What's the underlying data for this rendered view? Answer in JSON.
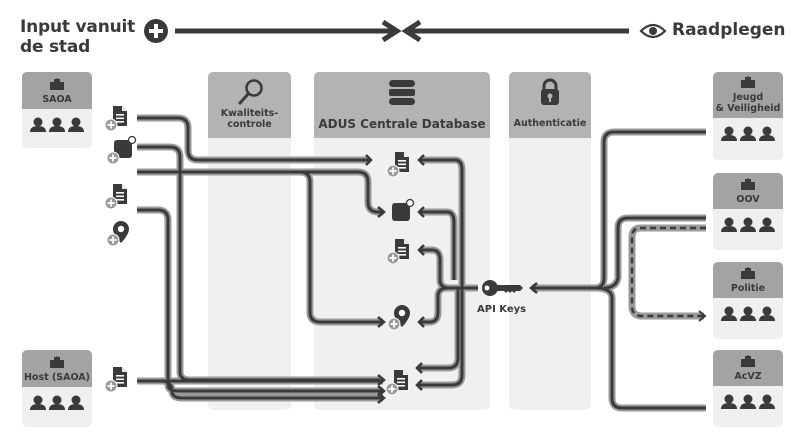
{
  "header": {
    "input_title_line1": "Input vanuit",
    "input_title_line2": "de stad",
    "input_icon": "plus-circle-icon",
    "consult_icon": "eye-icon",
    "consult_title": "Raadplegen"
  },
  "columns": [
    {
      "id": "kwaliteit",
      "icon": "magnifier-icon",
      "label_line1": "Kwaliteits-",
      "label_line2": "controle"
    },
    {
      "id": "database",
      "icon": "database-icon",
      "label": "ADUS Centrale Database"
    },
    {
      "id": "auth",
      "icon": "padlock-icon",
      "label": "Authenticatie"
    }
  ],
  "sources": [
    {
      "name": "SAOA",
      "icon": "building-icon",
      "members_icon": "people-icon"
    },
    {
      "name": "Host (SAOA)",
      "icon": "building-icon",
      "members_icon": "people-icon"
    }
  ],
  "consumers": [
    {
      "name_line1": "Jeugd",
      "name_line2": "& Veiligheid",
      "icon": "building-icon"
    },
    {
      "name": "OOV",
      "icon": "building-icon"
    },
    {
      "name": "Politie",
      "icon": "building-icon"
    },
    {
      "name": "AcVZ",
      "icon": "building-icon"
    }
  ],
  "input_items": [
    {
      "type": "document",
      "icon": "add-document-icon"
    },
    {
      "type": "object",
      "icon": "add-object-icon"
    },
    {
      "type": "document",
      "icon": "add-document-icon"
    },
    {
      "type": "location",
      "icon": "add-location-icon"
    },
    {
      "type": "document",
      "icon": "add-document-icon"
    }
  ],
  "api": {
    "label": "API Keys",
    "icon": "key-icon"
  },
  "colors": {
    "dark": "#3a3a3a",
    "line_outline": "#9a9a9a",
    "panel_bg": "#f0f0f0",
    "panel_head": "#b3b3b3",
    "org_head": "#a3a3a3"
  }
}
